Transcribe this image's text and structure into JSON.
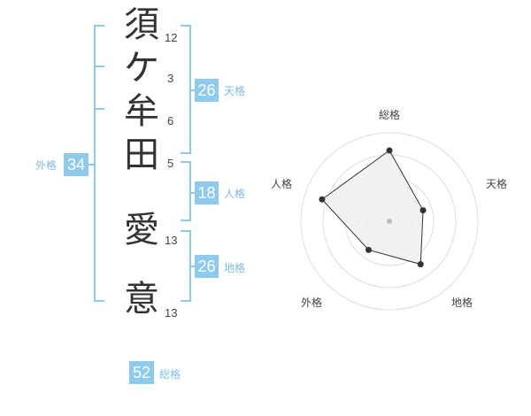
{
  "name": {
    "characters": [
      {
        "char": "須",
        "strokes": "12"
      },
      {
        "char": "ケ",
        "strokes": "3"
      },
      {
        "char": "牟",
        "strokes": "6"
      },
      {
        "char": "田",
        "strokes": "5"
      },
      {
        "char": "愛",
        "strokes": "13"
      },
      {
        "char": "意",
        "strokes": "13"
      }
    ]
  },
  "grids": {
    "tenkaku": {
      "value": "26",
      "label": "天格"
    },
    "jinkaku": {
      "value": "18",
      "label": "人格"
    },
    "chikaku": {
      "value": "26",
      "label": "地格"
    },
    "gaikaku": {
      "value": "34",
      "label": "外格"
    },
    "soukaku": {
      "value": "52",
      "label": "総格"
    }
  },
  "radar": {
    "axes": [
      "総格",
      "天格",
      "地格",
      "外格",
      "人格"
    ],
    "levels": [
      4,
      2,
      3,
      2,
      4
    ],
    "max": 5,
    "colors": {
      "fill": "#eeeeee",
      "stroke": "#333333",
      "grid": "#dddddd",
      "point": "#333333",
      "center": "#bbbbbb"
    }
  },
  "colors": {
    "accent": "#8ec9ee"
  }
}
